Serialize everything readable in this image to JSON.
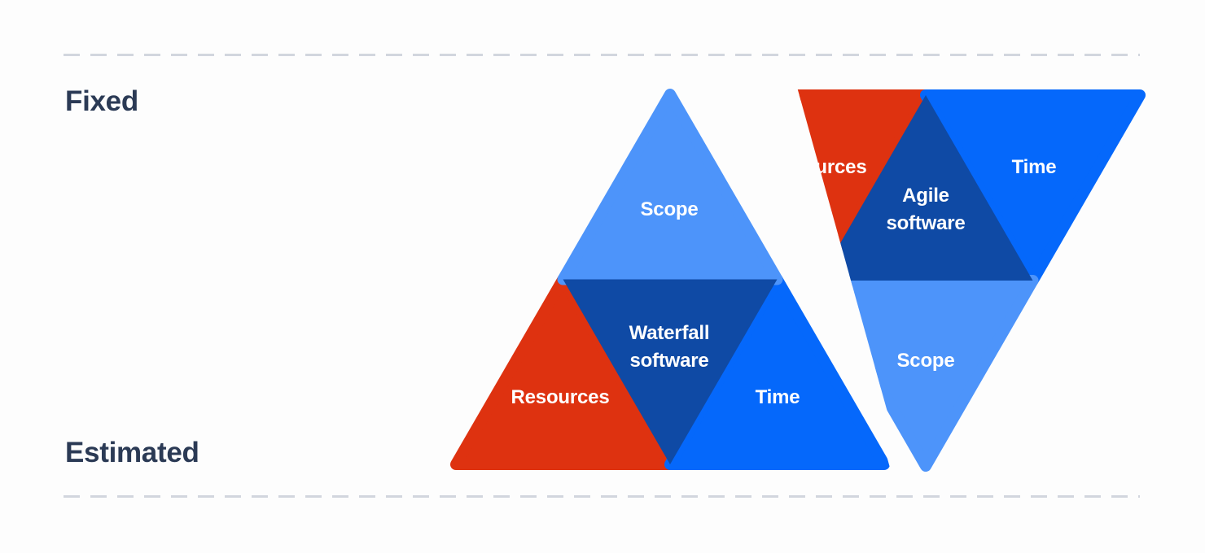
{
  "background_color": "#fdfdfd",
  "axis": {
    "top_label": "Fixed",
    "bottom_label": "Estimated",
    "label_color": "#2b3a55",
    "rule_color": "#d2d6de"
  },
  "palette": {
    "scope_light_blue": "#4d94fa",
    "center_dark_navy": "#0f4aa5",
    "resources_red": "#de3210",
    "time_bright_blue": "#0568fb"
  },
  "diagram": {
    "type": "iron-triangle-comparison",
    "triangles": [
      {
        "name": "waterfall",
        "orientation": "up",
        "center_label_line1": "Waterfall",
        "center_label_line2": "software",
        "segments": [
          {
            "name": "scope",
            "label": "Scope",
            "position": "top",
            "color": "#4d94fa",
            "constraint": "fixed"
          },
          {
            "name": "center",
            "label": "Waterfall software",
            "position": "center",
            "color": "#0f4aa5",
            "constraint": "method"
          },
          {
            "name": "resources",
            "label": "Resources",
            "position": "bottom-left",
            "color": "#de3210",
            "constraint": "estimated"
          },
          {
            "name": "time",
            "label": "Time",
            "position": "bottom-right",
            "color": "#0568fb",
            "constraint": "estimated"
          }
        ]
      },
      {
        "name": "agile",
        "orientation": "down",
        "center_label_line1": "Agile",
        "center_label_line2": "software",
        "segments": [
          {
            "name": "resources",
            "label": "Resources",
            "position": "top-left",
            "color": "#de3210",
            "constraint": "fixed"
          },
          {
            "name": "time",
            "label": "Time",
            "position": "top-right",
            "color": "#0568fb",
            "constraint": "fixed"
          },
          {
            "name": "center",
            "label": "Agile software",
            "position": "center",
            "color": "#0f4aa5",
            "constraint": "method"
          },
          {
            "name": "scope",
            "label": "Scope",
            "position": "bottom",
            "color": "#4d94fa",
            "constraint": "estimated"
          }
        ]
      }
    ]
  }
}
